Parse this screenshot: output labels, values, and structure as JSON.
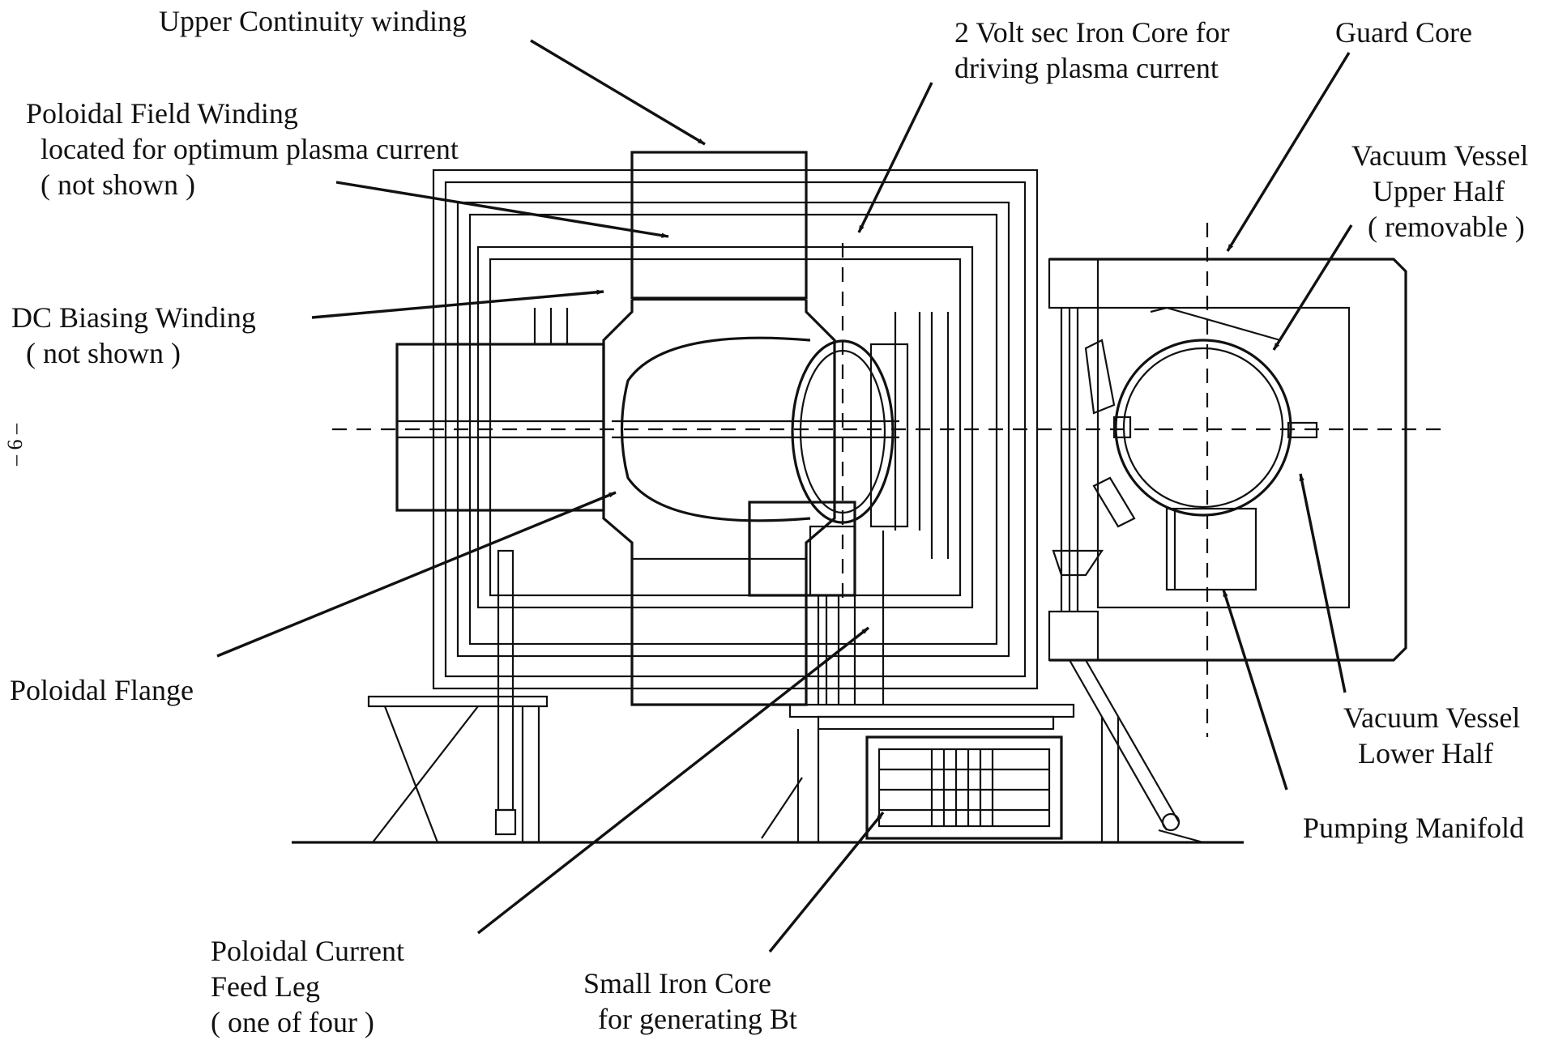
{
  "page_number": "– 6 –",
  "labels": {
    "upper_continuity": "Upper Continuity winding",
    "iron_core": [
      "2 Volt sec Iron Core for",
      "driving plasma current"
    ],
    "guard_core": "Guard Core",
    "poloidal_field": [
      "Poloidal Field Winding",
      "located for optimum plasma current",
      "( not shown )"
    ],
    "vacuum_upper": [
      "Vacuum Vessel",
      "Upper Half",
      "( removable )"
    ],
    "dc_biasing": [
      "DC Biasing Winding",
      "( not shown )"
    ],
    "poloidal_flange": "Poloidal Flange",
    "vacuum_lower": [
      "Vacuum Vessel",
      "Lower  Half"
    ],
    "pumping_manifold": "Pumping Manifold",
    "feed_leg": [
      "Poloidal Current",
      "Feed Leg",
      "( one of four )"
    ],
    "small_core": [
      "Small Iron Core",
      "for generating Bt"
    ]
  },
  "colors": {
    "ink": "#111111",
    "background": "#ffffff"
  }
}
